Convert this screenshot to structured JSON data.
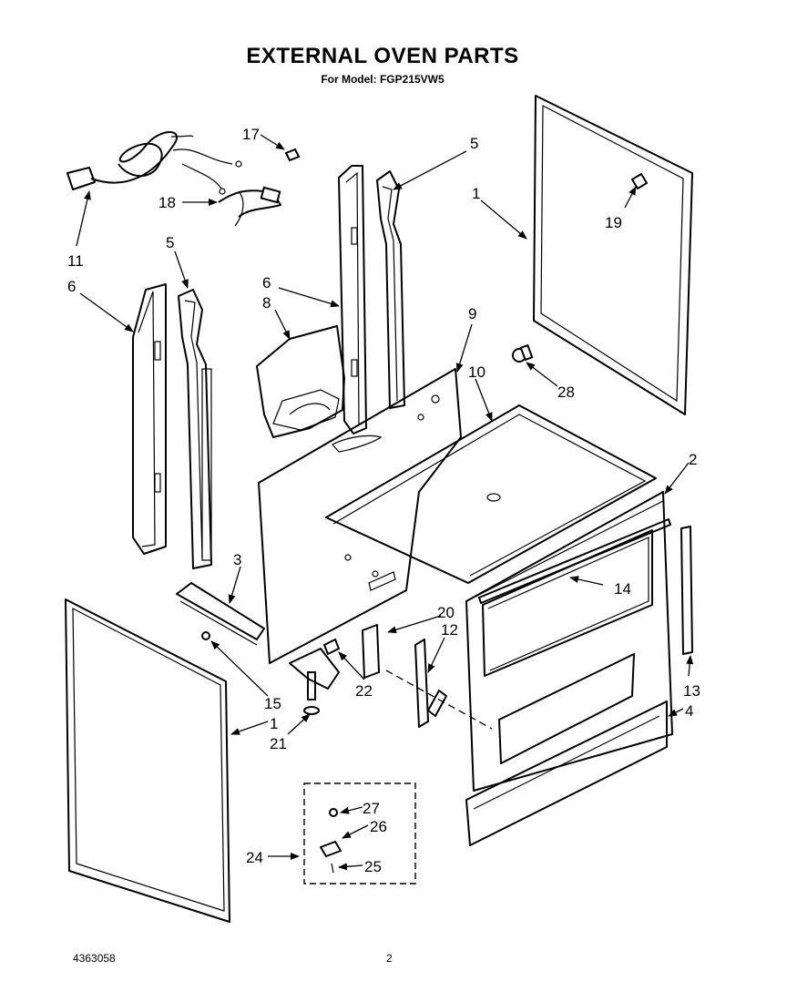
{
  "header": {
    "title": "EXTERNAL OVEN PARTS",
    "subtitle": "For Model: FGP215VW5"
  },
  "footer": {
    "doc_number": "4363058",
    "page_number": "2"
  },
  "callouts": {
    "c1a": "1",
    "c1b": "1",
    "c2": "2",
    "c3": "3",
    "c4": "4",
    "c5a": "5",
    "c5b": "5",
    "c6a": "6",
    "c6b": "6",
    "c8": "8",
    "c9": "9",
    "c10": "10",
    "c11": "11",
    "c12": "12",
    "c13": "13",
    "c14": "14",
    "c15": "15",
    "c17": "17",
    "c18": "18",
    "c19": "19",
    "c20": "20",
    "c21": "21",
    "c22": "22",
    "c24": "24",
    "c25": "25",
    "c26": "26",
    "c27": "27",
    "c28": "28"
  }
}
